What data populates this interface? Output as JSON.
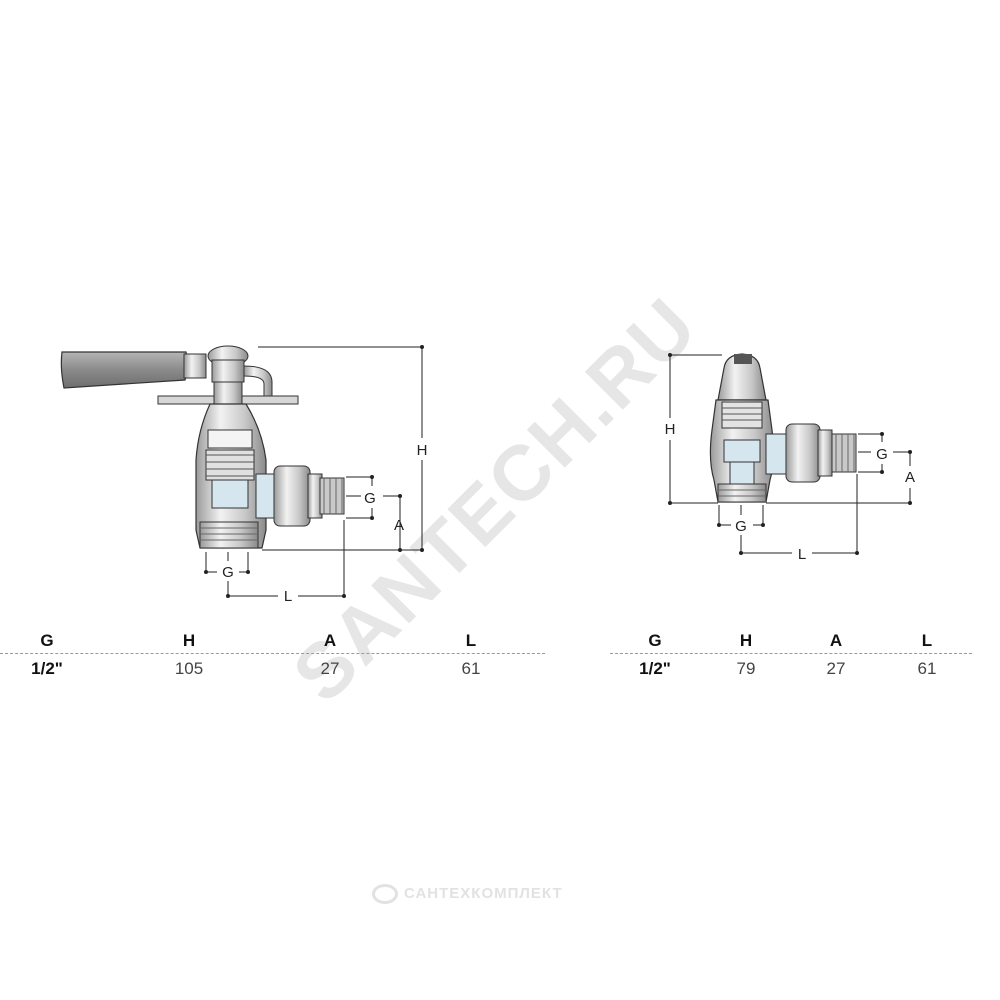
{
  "watermark": {
    "main_text": "SANTECH.RU",
    "footer_text": "САНТЕХКОМПЛЕКТ"
  },
  "diagrams": [
    {
      "labels": {
        "H": "H",
        "G_side": "G",
        "A": "A",
        "G_bottom": "G",
        "L": "L"
      }
    },
    {
      "labels": {
        "H": "H",
        "G_side": "G",
        "A": "A",
        "G_bottom": "G",
        "L": "L"
      }
    }
  ],
  "tables": [
    {
      "headers": [
        "G",
        "H",
        "A",
        "L"
      ],
      "values": [
        "1/2\"",
        "105",
        "27",
        "61"
      ]
    },
    {
      "headers": [
        "G",
        "H",
        "A",
        "L"
      ],
      "values": [
        "1/2\"",
        "79",
        "27",
        "61"
      ]
    }
  ],
  "colors": {
    "line": "#222222",
    "metal": "#d9d9d9",
    "metal_dark": "#8c8c8c",
    "water": "#d5e6ef",
    "handle": "#8f8f8f",
    "watermark": "#e6e6e6"
  }
}
